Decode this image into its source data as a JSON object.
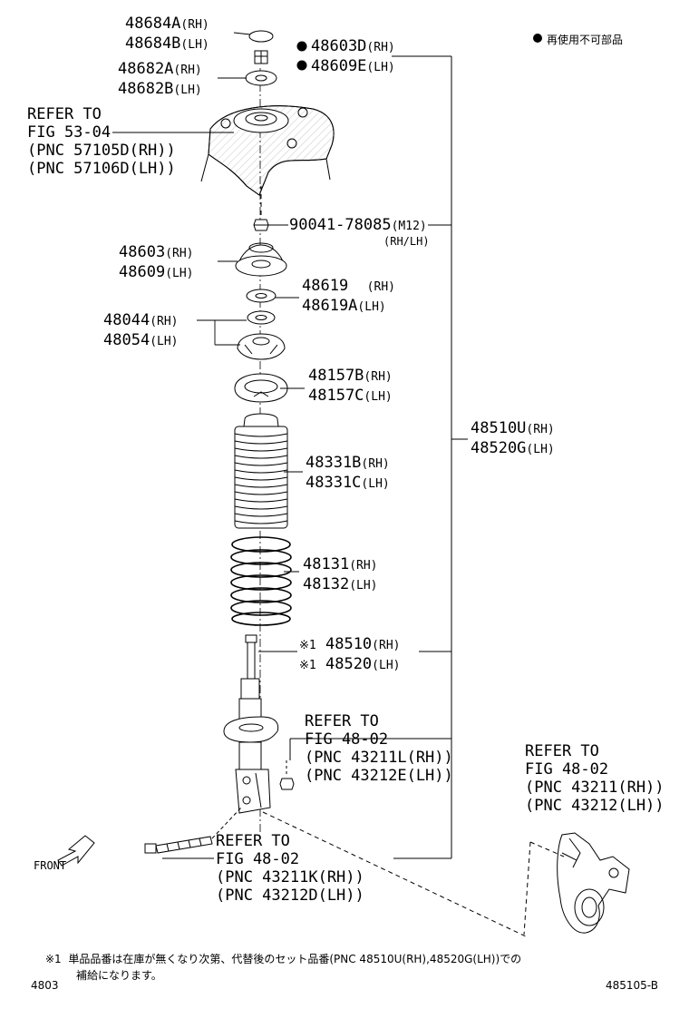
{
  "legend_text": "再使用不可部品",
  "parts": {
    "p48684": {
      "rh": "48684A",
      "rh_tag": "(RH)",
      "lh": "48684B",
      "lh_tag": "(LH)"
    },
    "p48603d": {
      "rh": "48603D",
      "rh_tag": "(RH)",
      "lh": "48609E",
      "lh_tag": "(LH)"
    },
    "p48682": {
      "rh": "48682A",
      "rh_tag": "(RH)",
      "lh": "48682B",
      "lh_tag": "(LH)"
    },
    "ref_fig53": {
      "l1": "REFER TO",
      "l2": "FIG 53-04",
      "l3": "(PNC 57105D(RH))",
      "l4": "(PNC 57106D(LH))"
    },
    "p90041": {
      "num": "90041-78085",
      "spec": "(M12)",
      "tag": "(RH/LH)"
    },
    "p48603": {
      "rh": "48603",
      "rh_tag": "(RH)",
      "lh": "48609",
      "lh_tag": "(LH)"
    },
    "p48619": {
      "rh": "48619",
      "rh_tag": "(RH)",
      "lh": "48619A",
      "lh_tag": "(LH)"
    },
    "p48044": {
      "rh": "48044",
      "rh_tag": "(RH)",
      "lh": "48054",
      "lh_tag": "(LH)"
    },
    "p48157": {
      "rh": "48157B",
      "rh_tag": "(RH)",
      "lh": "48157C",
      "lh_tag": "(LH)"
    },
    "p48510u": {
      "rh": "48510U",
      "rh_tag": "(RH)",
      "lh": "48520G",
      "lh_tag": "(LH)"
    },
    "p48331": {
      "rh": "48331B",
      "rh_tag": "(RH)",
      "lh": "48331C",
      "lh_tag": "(LH)"
    },
    "p48131": {
      "rh": "48131",
      "rh_tag": "(RH)",
      "lh": "48132",
      "lh_tag": "(LH)"
    },
    "p48510": {
      "mark": "※1",
      "rh": "48510",
      "rh_tag": "(RH)",
      "lh": "48520",
      "lh_tag": "(LH)"
    },
    "ref_43211l": {
      "l1": "REFER TO",
      "l2": "FIG 48-02",
      "l3": "(PNC 43211L(RH))",
      "l4": "(PNC 43212E(LH))"
    },
    "ref_43211": {
      "l1": "REFER TO",
      "l2": "FIG 48-02",
      "l3": "(PNC 43211(RH))",
      "l4": "(PNC 43212(LH))"
    },
    "ref_43211k": {
      "l1": "REFER TO",
      "l2": "FIG 48-02",
      "l3": "(PNC 43211K(RH))",
      "l4": "(PNC 43212D(LH))"
    }
  },
  "front_label": "FRONT",
  "footnote": {
    "mark": "※1",
    "line1": "単品品番は在庫が無くなり次第、代替後のセット品番(PNC 48510U(RH),48520G(LH))での",
    "line2": "補給になります。"
  },
  "page_code_left": "4803",
  "page_code_right": "485105-B"
}
